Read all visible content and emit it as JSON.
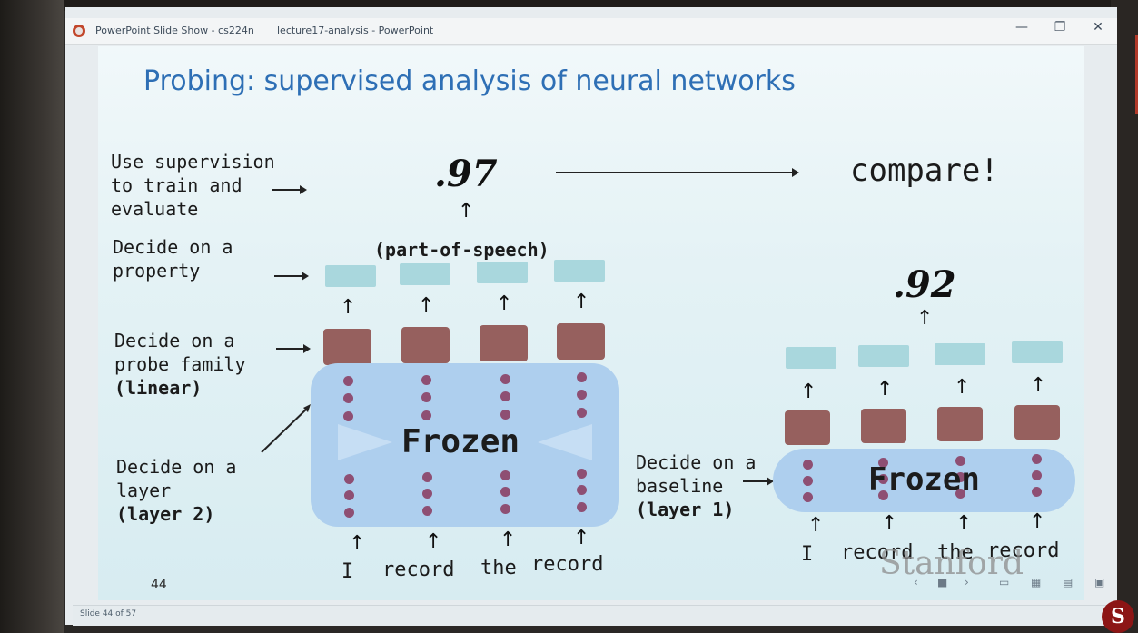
{
  "window": {
    "app_title": "PowerPoint Slide Show  -  cs224n",
    "file_title": "lecture17-analysis - PowerPoint",
    "minimize": "—",
    "restore": "❐",
    "close": "✕"
  },
  "slide": {
    "title": "Probing: supervised analysis of neural networks",
    "steps": {
      "supervision": [
        "Use supervision",
        "to train and",
        "evaluate"
      ],
      "property": [
        "Decide on a",
        "property"
      ],
      "probe": [
        "Decide on a",
        "probe family"
      ],
      "probe_note": "(linear)",
      "layer": [
        "Decide on a",
        "layer"
      ],
      "layer_note": "(layer 2)",
      "baseline": [
        "Decide on a",
        "baseline"
      ],
      "baseline_note": "(layer 1)"
    },
    "score_main": ".97",
    "score_baseline": ".92",
    "compare": "compare!",
    "property_name": "(part-of-speech)",
    "frozen": "Frozen",
    "words": [
      "I",
      "record",
      "the",
      "record"
    ],
    "page_number": "44",
    "watermark": "Stanford"
  },
  "statusbar": {
    "text": "Slide 44 of 57"
  },
  "colors": {
    "title": "#2e6fb5",
    "teal": "#a9d7dd",
    "plum": "#96605e",
    "frozen": "#aecfee",
    "dot": "#8e4f73"
  }
}
